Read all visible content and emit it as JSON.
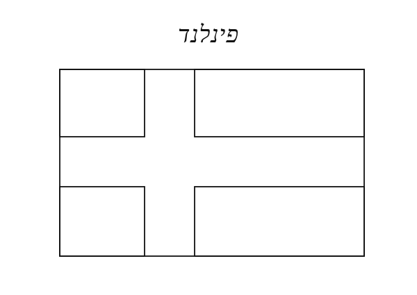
{
  "page": {
    "title": "פינלנד",
    "background": "#ffffff",
    "line_color": "#111111"
  },
  "flag": {
    "country": "Finland",
    "style": "uncolored outline"
  }
}
